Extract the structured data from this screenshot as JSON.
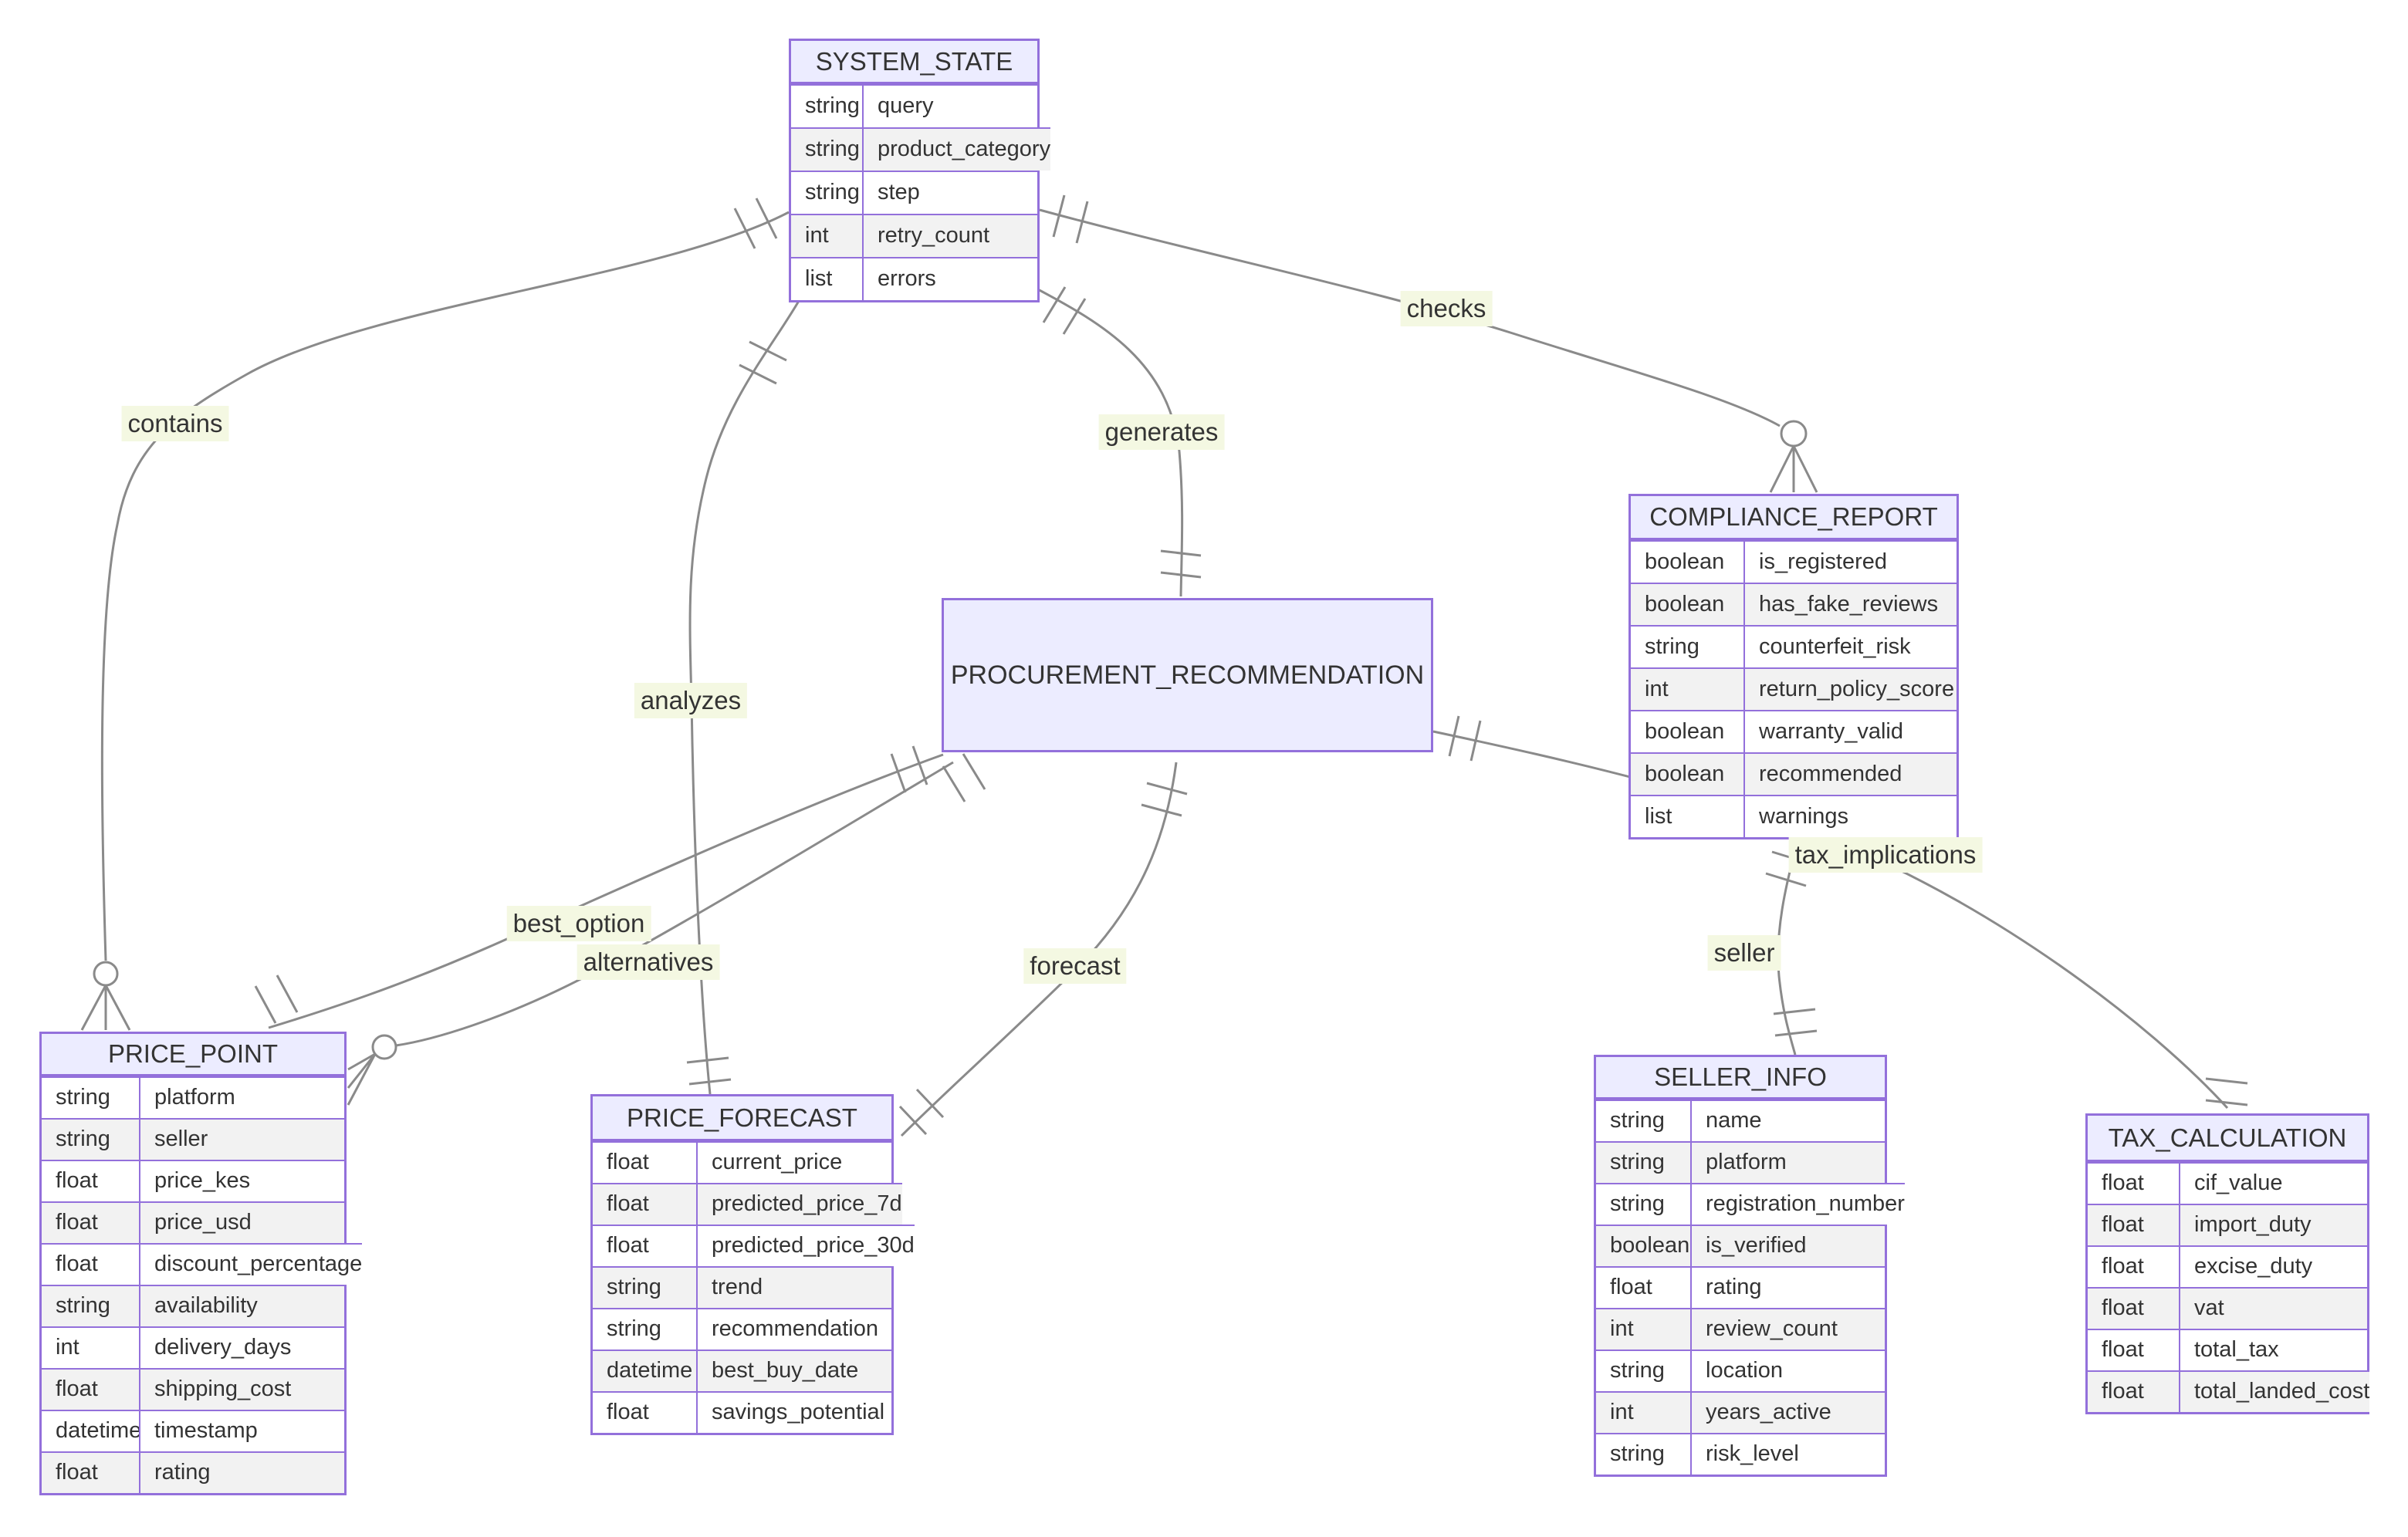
{
  "colors": {
    "entity_header": "#ECECFF",
    "entity_border": "#9370DB",
    "row_alternate": "#f2f2f2",
    "edge_stroke": "#8a8a8a",
    "label_background": "#f4f8e2",
    "text": "#333333"
  },
  "entities": [
    {
      "id": "system_state",
      "title": "SYSTEM_STATE",
      "attributes": [
        {
          "type": "string",
          "name": "query"
        },
        {
          "type": "string",
          "name": "product_category"
        },
        {
          "type": "string",
          "name": "step"
        },
        {
          "type": "int",
          "name": "retry_count"
        },
        {
          "type": "list",
          "name": "errors"
        }
      ]
    },
    {
      "id": "compliance_report",
      "title": "COMPLIANCE_REPORT",
      "attributes": [
        {
          "type": "boolean",
          "name": "is_registered"
        },
        {
          "type": "boolean",
          "name": "has_fake_reviews"
        },
        {
          "type": "string",
          "name": "counterfeit_risk"
        },
        {
          "type": "int",
          "name": "return_policy_score"
        },
        {
          "type": "boolean",
          "name": "warranty_valid"
        },
        {
          "type": "boolean",
          "name": "recommended"
        },
        {
          "type": "list",
          "name": "warnings"
        }
      ]
    },
    {
      "id": "procurement_recommendation",
      "title": "PROCUREMENT_RECOMMENDATION",
      "attributes": []
    },
    {
      "id": "price_point",
      "title": "PRICE_POINT",
      "attributes": [
        {
          "type": "string",
          "name": "platform"
        },
        {
          "type": "string",
          "name": "seller"
        },
        {
          "type": "float",
          "name": "price_kes"
        },
        {
          "type": "float",
          "name": "price_usd"
        },
        {
          "type": "float",
          "name": "discount_percentage"
        },
        {
          "type": "string",
          "name": "availability"
        },
        {
          "type": "int",
          "name": "delivery_days"
        },
        {
          "type": "float",
          "name": "shipping_cost"
        },
        {
          "type": "datetime",
          "name": "timestamp"
        },
        {
          "type": "float",
          "name": "rating"
        }
      ]
    },
    {
      "id": "price_forecast",
      "title": "PRICE_FORECAST",
      "attributes": [
        {
          "type": "float",
          "name": "current_price"
        },
        {
          "type": "float",
          "name": "predicted_price_7d"
        },
        {
          "type": "float",
          "name": "predicted_price_30d"
        },
        {
          "type": "string",
          "name": "trend"
        },
        {
          "type": "string",
          "name": "recommendation"
        },
        {
          "type": "datetime",
          "name": "best_buy_date"
        },
        {
          "type": "float",
          "name": "savings_potential"
        }
      ]
    },
    {
      "id": "seller_info",
      "title": "SELLER_INFO",
      "attributes": [
        {
          "type": "string",
          "name": "name"
        },
        {
          "type": "string",
          "name": "platform"
        },
        {
          "type": "string",
          "name": "registration_number"
        },
        {
          "type": "boolean",
          "name": "is_verified"
        },
        {
          "type": "float",
          "name": "rating"
        },
        {
          "type": "int",
          "name": "review_count"
        },
        {
          "type": "string",
          "name": "location"
        },
        {
          "type": "int",
          "name": "years_active"
        },
        {
          "type": "string",
          "name": "risk_level"
        }
      ]
    },
    {
      "id": "tax_calculation",
      "title": "TAX_CALCULATION",
      "attributes": [
        {
          "type": "float",
          "name": "cif_value"
        },
        {
          "type": "float",
          "name": "import_duty"
        },
        {
          "type": "float",
          "name": "excise_duty"
        },
        {
          "type": "float",
          "name": "vat"
        },
        {
          "type": "float",
          "name": "total_tax"
        },
        {
          "type": "float",
          "name": "total_landed_cost"
        }
      ]
    }
  ],
  "labels": {
    "contains": "contains",
    "generates": "generates",
    "checks": "checks",
    "analyzes": "analyzes",
    "best_option": "best_option",
    "alternatives": "alternatives",
    "forecast": "forecast",
    "tax_implications": "tax_implications",
    "seller": "seller"
  },
  "relationships": [
    {
      "from": "SYSTEM_STATE",
      "to": "PRICE_POINT",
      "label": "contains",
      "cardinality": "one-to-zero-or-more"
    },
    {
      "from": "SYSTEM_STATE",
      "to": "PROCUREMENT_RECOMMENDATION",
      "label": "generates",
      "cardinality": "one-to-one"
    },
    {
      "from": "SYSTEM_STATE",
      "to": "COMPLIANCE_REPORT",
      "label": "checks",
      "cardinality": "one-to-zero-or-more"
    },
    {
      "from": "SYSTEM_STATE",
      "to": "PRICE_FORECAST",
      "label": "analyzes",
      "cardinality": "one-to-one"
    },
    {
      "from": "PROCUREMENT_RECOMMENDATION",
      "to": "PRICE_POINT",
      "label": "best_option",
      "cardinality": "one-to-one"
    },
    {
      "from": "PROCUREMENT_RECOMMENDATION",
      "to": "PRICE_POINT",
      "label": "alternatives",
      "cardinality": "one-to-zero-or-more"
    },
    {
      "from": "PROCUREMENT_RECOMMENDATION",
      "to": "PRICE_FORECAST",
      "label": "forecast",
      "cardinality": "one-to-one"
    },
    {
      "from": "PROCUREMENT_RECOMMENDATION",
      "to": "TAX_CALCULATION",
      "label": "tax_implications",
      "cardinality": "one-to-one"
    },
    {
      "from": "COMPLIANCE_REPORT",
      "to": "SELLER_INFO",
      "label": "seller",
      "cardinality": "one-to-one"
    }
  ]
}
